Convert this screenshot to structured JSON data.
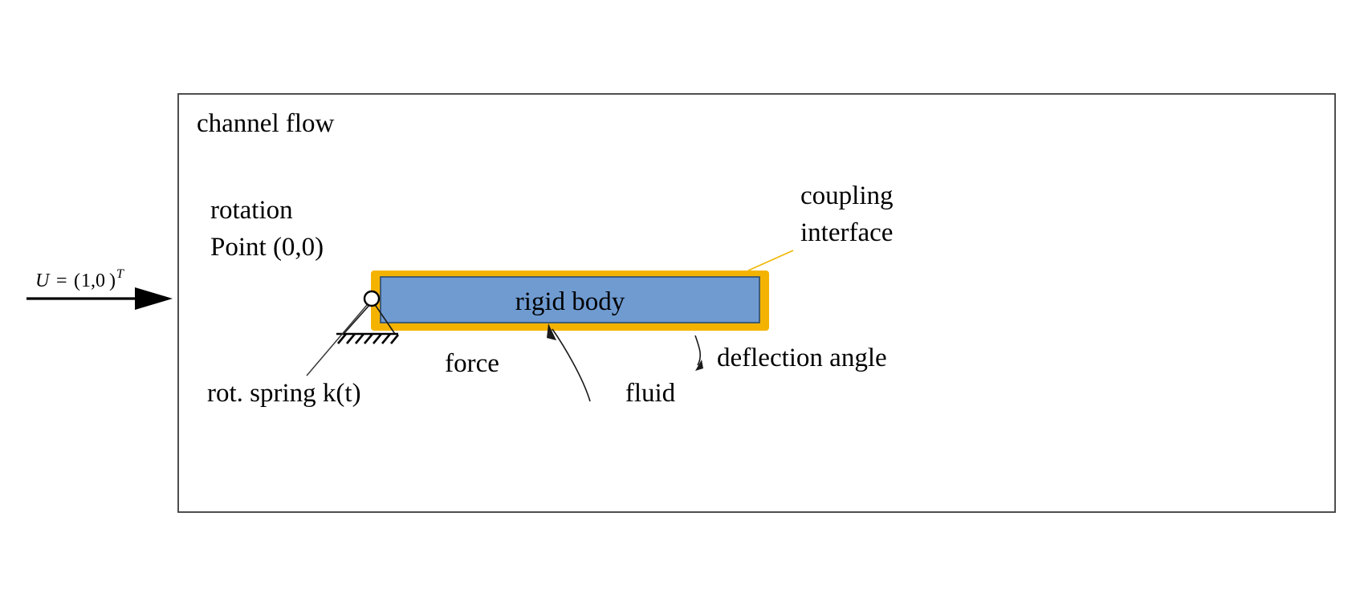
{
  "figure": {
    "type": "engineering-schematic",
    "title_label": "channel flow",
    "background_color": "#ffffff"
  },
  "domain_box": {
    "label": "channel flow",
    "border_color": "#3b3b3b",
    "fill_color": "#ffffff"
  },
  "inlet": {
    "symbol": "U",
    "equals": "=",
    "open_paren": "(",
    "vector": "1,0",
    "close_paren": ")",
    "superscript": "T",
    "full_label": "U = (1,0)^T",
    "arrow_color": "#000000"
  },
  "rigid_body": {
    "label": "rigid body",
    "fill_color": "#6f9bd1",
    "inner_border_color": "#2a4a73"
  },
  "coupling_interface": {
    "label_line1": "coupling",
    "label_line2": "interface",
    "color": "#f5b301"
  },
  "support": {
    "rotation_point_line1": "rotation",
    "rotation_point_line2": "Point (0,0)",
    "spring_label": "rot. spring k(t)",
    "pin_color": "#ffffff",
    "pin_stroke": "#000000"
  },
  "annotations": {
    "force_label": "force",
    "fluid_label": "fluid",
    "deflection_label": "deflection angle"
  },
  "chart_data": {
    "type": "diagram",
    "title": "channel flow",
    "elements": [
      {
        "name": "channel-flow-domain",
        "label": "channel flow"
      },
      {
        "name": "inlet-velocity",
        "label": "U = (1,0)^T"
      },
      {
        "name": "rotation-point",
        "label": "rotation Point (0,0)"
      },
      {
        "name": "rotational-spring",
        "label": "rot. spring k(t)"
      },
      {
        "name": "rigid-body",
        "label": "rigid body"
      },
      {
        "name": "coupling-interface",
        "label": "coupling interface"
      },
      {
        "name": "force-arrow",
        "label": "force"
      },
      {
        "name": "fluid-region",
        "label": "fluid"
      },
      {
        "name": "deflection-angle",
        "label": "deflection angle"
      }
    ]
  }
}
